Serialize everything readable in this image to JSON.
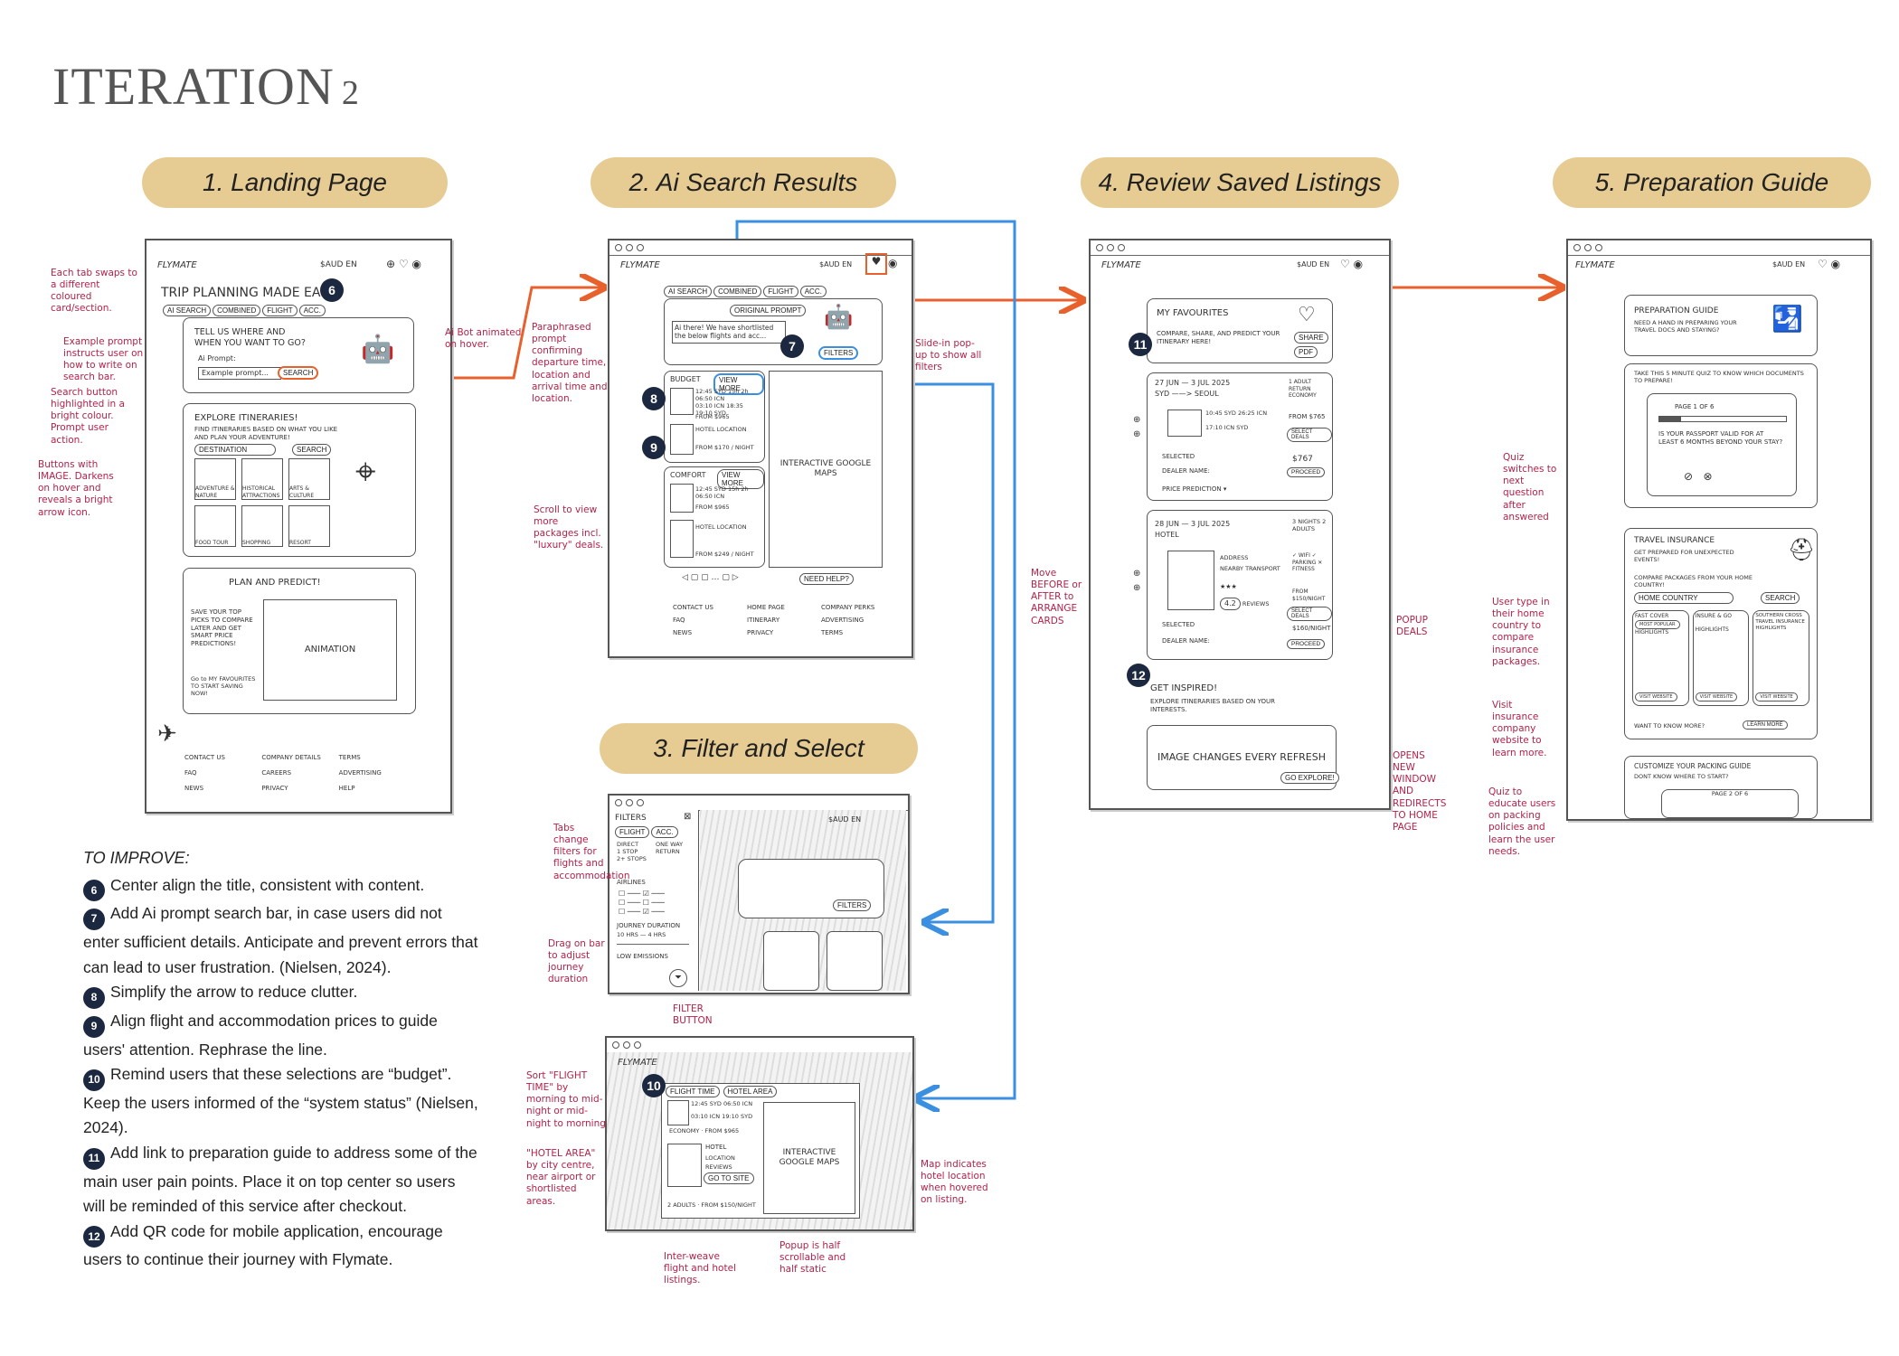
{
  "title": {
    "text": "ITERATION",
    "number": "2"
  },
  "sections": {
    "s1": "1. Landing Page",
    "s2": "2. Ai Search Results",
    "s3": "3. Filter and Select",
    "s4": "4. Review Saved Listings",
    "s5": "5. Preparation Guide"
  },
  "landing": {
    "logo": "FLYMATE",
    "header_right": "$AUD  EN",
    "heading": "TRIP PLANNING MADE EASY!",
    "tabs": [
      "AI SEARCH",
      "COMBINED",
      "FLIGHT",
      "ACC."
    ],
    "ask": "TELL US WHERE AND WHEN YOU WANT TO GO?",
    "prompt_label": "Ai Prompt:",
    "prompt_example": "Example prompt...",
    "search": "SEARCH",
    "explore_title": "EXPLORE ITINERARIES!",
    "explore_sub": "FIND ITINERARIES BASED ON WHAT YOU LIKE AND PLAN YOUR ADVENTURE!",
    "destination": "DESTINATION",
    "search2": "SEARCH",
    "tiles": [
      "ADVENTURE & NATURE",
      "HISTORICAL ATTRACTIONS",
      "ARTS & CULTURE",
      "FOOD TOUR",
      "SHOPPING",
      "RESORT"
    ],
    "plan_title": "PLAN AND PREDICT!",
    "plan_text": "SAVE YOUR TOP PICKS TO COMPARE LATER AND GET SMART PRICE PREDICTIONS!",
    "plan_link": "Go to MY FAVOURITES TO START SAVING NOW!",
    "animation": "ANIMATION",
    "footer": [
      "CONTACT US",
      "COMPANY DETAILS",
      "TERMS",
      "FAQ",
      "CAREERS",
      "ADVERTISING",
      "NEWS",
      "PRIVACY",
      "HELP"
    ]
  },
  "results": {
    "logo": "FLYMATE",
    "header_right": "$AUD  EN",
    "tabs": [
      "AI SEARCH",
      "COMBINED",
      "FLIGHT",
      "ACC."
    ],
    "original_prompt": "ORIGINAL PROMPT",
    "chat": "Ai there! We have shortlisted the below flights and acc...",
    "filters": "FILTERS",
    "budget": "BUDGET",
    "comfort": "COMFORT",
    "view_more": "VIEW MORE",
    "flight1": "12:45 SYD  15h 2h  06:50 ICN",
    "flight2": "03:10 ICN  18:35  19:10 SYD",
    "from_price": "FROM $965",
    "hotel": "HOTEL  LOCATION",
    "night": "FROM $170 / NIGHT",
    "night2": "FROM $249 / NIGHT",
    "map": "INTERACTIVE GOOGLE MAPS",
    "need_help": "NEED HELP?",
    "footer": [
      "CONTACT US",
      "HOME PAGE",
      "COMPANY PERKS",
      "FAQ",
      "ITINERARY",
      "ADVERTISING",
      "NEWS",
      "PRIVACY",
      "TERMS"
    ]
  },
  "filter": {
    "panel_title": "FILTERS",
    "tabs": [
      "FLIGHT",
      "ACC."
    ],
    "opts": [
      "DIRECT",
      "ONE WAY",
      "1 STOP",
      "RETURN",
      "2+ STOPS"
    ],
    "airlines": "AIRLINES",
    "journey": "JOURNEY DURATION",
    "journey_range": "10 HRS — 4 HRS",
    "low_emissions": "LOW EMISSIONS",
    "header_right": "$AUD  EN",
    "filters_btn": "FILTERS"
  },
  "sort": {
    "logo": "FLYMATE",
    "sort1": "FLIGHT TIME",
    "sort2": "HOTEL AREA",
    "flight": "12:45 SYD  06:50 ICN",
    "flight2": "03:10 ICN  19:10 SYD",
    "economy": "ECONOMY · FROM $965",
    "hotel": "HOTEL",
    "location": "LOCATION",
    "reviews": "REVIEWS",
    "go": "GO TO SITE",
    "nights": "2 ADULTS · FROM $150/NIGHT",
    "map": "INTERACTIVE GOOGLE MAPS"
  },
  "saved": {
    "logo": "FLYMATE",
    "header_right": "$AUD  EN",
    "fav_title": "MY FAVOURITES",
    "fav_text": "COMPARE, SHARE, AND PREDICT YOUR ITINERARY HERE!",
    "share": "SHARE",
    "pdf": "PDF",
    "dates1": "27 JUN — 3 JUL 2025",
    "route": "SYD ——> SEOUL",
    "pax": "1 ADULT  RETURN  ECONOMY",
    "f1": "10:45 SYD  26:25 ICN",
    "f2": "17:10 ICN  SYD",
    "from": "FROM $765",
    "select_deals": "SELECT DEALS",
    "selected": "SELECTED",
    "dealer": "DEALER NAME:",
    "price2": "$767",
    "proceed": "PROCEED",
    "price_pred": "PRICE PREDICTION",
    "dates2": "28 JUN — 3 JUL 2025",
    "hotel": "HOTEL",
    "nights": "3 NIGHTS  2 ADULTS",
    "address": "ADDRESS",
    "transport": "NEARBY TRANSPORT",
    "amen": "✓ WIFI  ✓ PARKING  ✕ FITNESS",
    "rating": "4.2",
    "reviews": "REVIEWS",
    "from_night": "FROM $150/NIGHT",
    "price_night": "$160/NIGHT",
    "inspired": "GET INSPIRED!",
    "inspired_text": "EXPLORE ITINERARIES BASED ON YOUR INTERESTS.",
    "image": "IMAGE CHANGES EVERY REFRESH",
    "explore": "GO EXPLORE!"
  },
  "guide": {
    "logo": "FLYMATE",
    "header_right": "$AUD  EN",
    "title": "PREPARATION GUIDE",
    "sub": "NEED A HAND IN PREPARING YOUR TRAVEL DOCS AND STAYING?",
    "quiz": "TAKE THIS 5 MINUTE QUIZ TO KNOW WHICH DOCUMENTS TO PREPARE!",
    "page": "PAGE  1  OF  6",
    "q": "IS YOUR PASSPORT VALID FOR AT LEAST 6 MONTHS BEYOND YOUR STAY?",
    "ins_title": "TRAVEL INSURANCE",
    "ins_sub": "GET PREPARED FOR UNEXPECTED EVENTS!",
    "ins_text": "COMPARE PACKAGES FROM YOUR HOME COUNTRY!",
    "country": "HOME COUNTRY",
    "ins_search": "SEARCH",
    "plans": [
      "FAST COVER",
      "INSURE & GO",
      "SOUTHERN CROSS TRAVEL INSURANCE"
    ],
    "popular": "MOST POPULAR",
    "highlights": "HIGHLIGHTS",
    "visit": "VISIT WEBSITE",
    "more": "WANT TO KNOW MORE?",
    "learn": "LEARN MORE",
    "custom": "CUSTOMIZE YOUR PACKING GUIDE",
    "custom_sub": "DONT KNOW WHERE TO START?",
    "page2": "PAGE 2 OF 6"
  },
  "annotations": {
    "a_tabs": "Each tab swaps to a different coloured card/section.",
    "a_example": "Example prompt instructs user on how to write on search bar.",
    "a_search": "Search button highlighted in a bright colour. Prompt user action.",
    "a_buttons": "Buttons with IMAGE. Darkens on hover and reveals a bright arrow icon.",
    "a_bot": "Ai Bot animated on hover.",
    "a_para": "Paraphrased prompt confirming departure time, location and arrival time and location.",
    "a_slide": "Slide-in pop-up to show all filters",
    "a_scroll": "Scroll to view more packages incl. \"luxury\" deals.",
    "a_tabs2": "Tabs change filters for flights and accommodation",
    "a_drag": "Drag on bar to adjust journey duration",
    "a_filter_btn": "FILTER BUTTON",
    "a_sort": "Sort \"FLIGHT TIME\" by morning to mid-night or mid-night to morning",
    "a_hotel_area": "\"HOTEL AREA\" by city centre, near airport or shortlisted areas.",
    "a_map": "Map indicates hotel location when hovered on listing.",
    "a_interweave": "Inter-weave flight and hotel listings.",
    "a_popup": "Popup is half scrollable and half static",
    "a_move": "Move BEFORE or AFTER to ARRANGE CARDS",
    "a_popup_deals": "POPUP DEALS",
    "a_opens": "OPENS NEW WINDOW AND REDIRECTS TO HOME PAGE",
    "a_quiz": "Quiz switches to next question after answered",
    "a_country": "User type in their home country to compare insurance packages.",
    "a_visit": "Visit insurance company website to learn more.",
    "a_guide": "Quiz to educate users on packing policies and learn the user needs."
  },
  "improve": {
    "heading": "TO IMPROVE:",
    "items": [
      {
        "n": "6",
        "text": "Center align the title, consistent with content."
      },
      {
        "n": "7",
        "text": "Add Ai prompt search bar, in case users did not enter sufficient details. Anticipate and prevent errors that can lead to user frustration. (Nielsen, 2024)."
      },
      {
        "n": "8",
        "text": "Simplify the arrow to reduce clutter."
      },
      {
        "n": "9",
        "text": "Align flight and accommodation prices to guide users' attention. Rephrase the line."
      },
      {
        "n": "10",
        "text": "Remind users that these selections are “budget”. Keep the users informed of the “system status” (Nielsen, 2024)."
      },
      {
        "n": "11",
        "text": "Add link to preparation guide to address some of the main user pain points. Place it on top center so users will be reminded of this service after checkout."
      },
      {
        "n": "12",
        "text": "Add QR code for mobile application, encourage users to continue their journey with Flymate."
      }
    ]
  },
  "badges": {
    "b6": "6",
    "b7": "7",
    "b8": "8",
    "b9": "9",
    "b10": "10",
    "b11": "11",
    "b12": "12"
  },
  "colors": {
    "pill": "#e6cc93",
    "orange_arrow": "#e8612c",
    "blue_arrow": "#3a8fe0",
    "annotation": "#b3224a",
    "badge": "#1c2840"
  }
}
